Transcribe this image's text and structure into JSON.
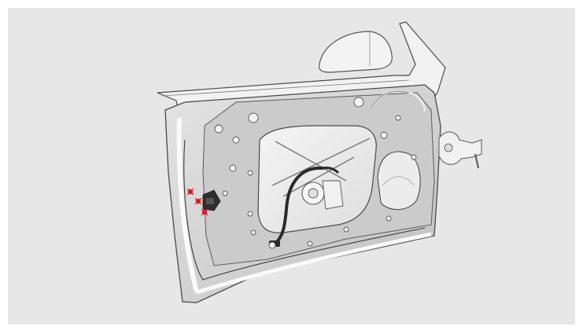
{
  "image": {
    "subject": "car-door-inner-panel-illustration",
    "colors": {
      "background": "#e7e7e7",
      "frame": "#ffffff",
      "panel_fill": "#d6d6d6",
      "panel_light": "#f2f2f2",
      "outline": "#4a4a4a",
      "highlight": "#e0182b",
      "harness": "#2b2b2b"
    },
    "callouts": {
      "highlighted_fasteners": 3,
      "highlight_color": "red"
    }
  }
}
